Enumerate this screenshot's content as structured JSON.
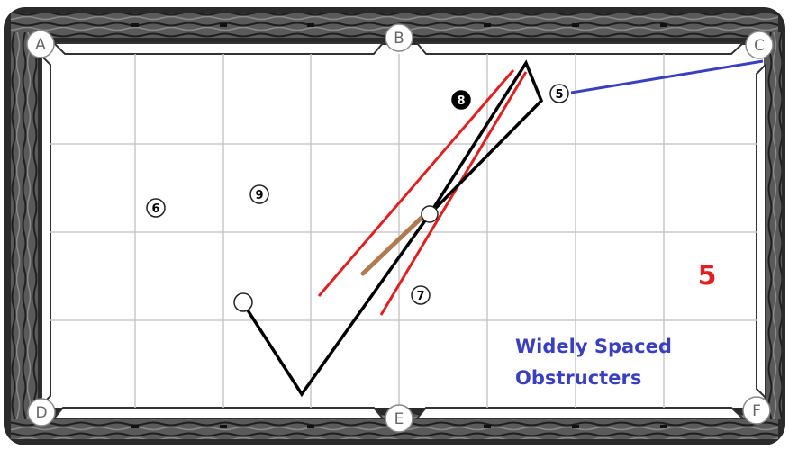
{
  "pockets": {
    "a": "A",
    "b": "B",
    "c": "C",
    "d": "D",
    "e": "E",
    "f": "F"
  },
  "balls": {
    "ball_5": "5",
    "ball_6": "6",
    "ball_7": "7",
    "ball_8": "8",
    "ball_9": "9"
  },
  "diagram_number": "5",
  "caption": {
    "line1": "Widely Spaced",
    "line2": "Obstructers"
  },
  "colors": {
    "rail": "#3a3a3a",
    "felt": "#ffffff",
    "grid": "#c8c8c8",
    "cue_path": "#000000",
    "aim_lines": "#e02020",
    "pocket_line": "#3a3fbf",
    "cue_stick": "#b07a50",
    "diagram_number": "#e02020",
    "caption": "#3a3fbf"
  }
}
